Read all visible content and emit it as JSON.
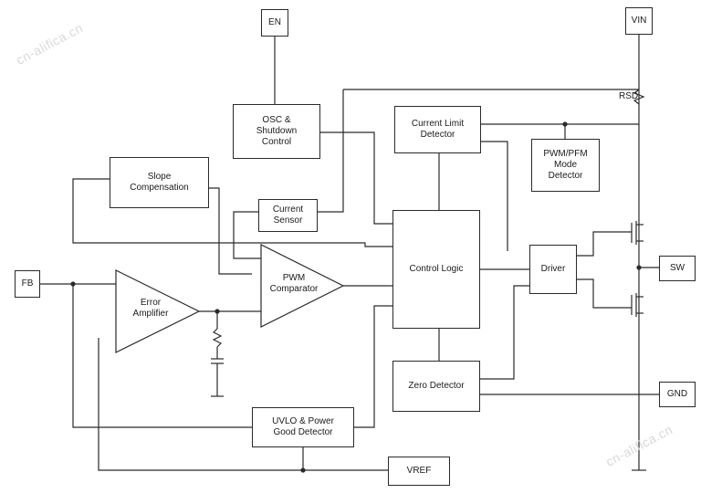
{
  "blocks": {
    "en": "EN",
    "vin": "VIN",
    "fb": "FB",
    "sw": "SW",
    "gnd": "GND",
    "vref": "VREF",
    "osc": "OSC &\nShutdown\nControl",
    "current_limit": "Current Limit\nDetector",
    "pwm_pfm": "PWM/PFM\nMode\nDetector",
    "slope": "Slope\nCompensation",
    "current_sensor": "Current\nSensor",
    "control_logic": "Control Logic",
    "driver": "Driver",
    "zero_detector": "Zero Detector",
    "uvlo": "UVLO & Power\nGood Detector"
  },
  "triangles": {
    "error_amp": "Error\nAmplifier",
    "pwm_comp": "PWM\nComparator"
  },
  "labels": {
    "rsd": "RSD"
  },
  "watermark": "cn-alifica.cn",
  "colors": {
    "line": "#2a2a2a",
    "box_border": "#2a2a2a",
    "watermark": "#d8d8d8"
  }
}
